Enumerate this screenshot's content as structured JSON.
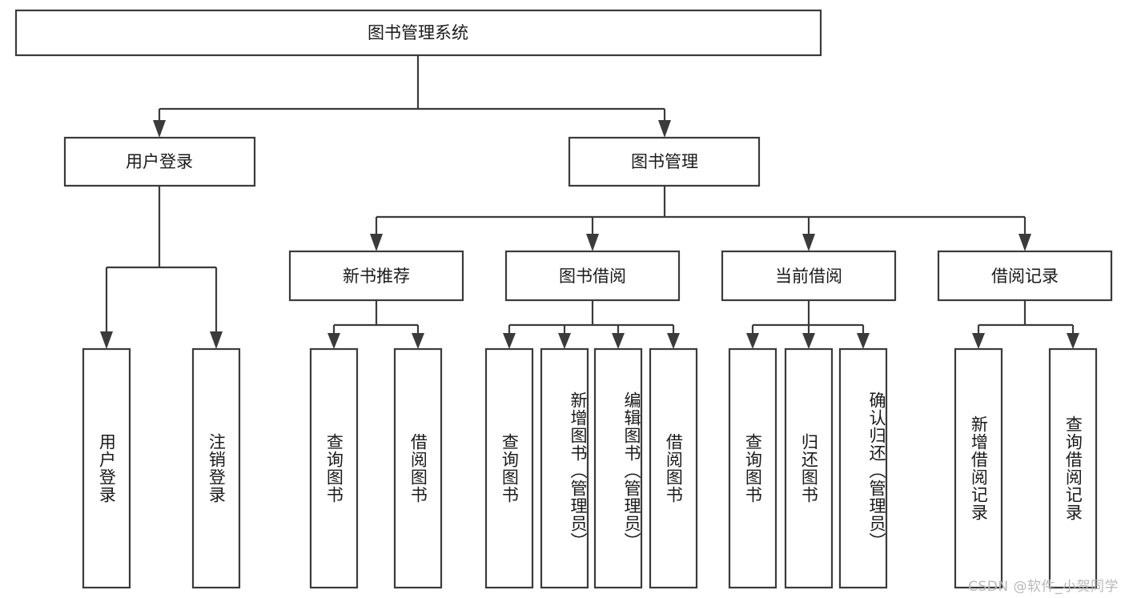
{
  "diagram": {
    "title": "图书管理系统",
    "type": "hierarchy-tree",
    "watermark": "CSDN @软件_小贺同学",
    "colors": {
      "stroke": "#3b3b3b",
      "fill": "#ffffff",
      "text": "#1a1a1a",
      "watermark": "#b8b8b8"
    },
    "levels": {
      "root": {
        "label": "图书管理系统"
      },
      "level2": [
        {
          "id": "user-login",
          "label": "用户登录"
        },
        {
          "id": "book-manage",
          "label": "图书管理"
        }
      ],
      "level3": [
        {
          "id": "new-book-rec",
          "label": "新书推荐",
          "parent": "book-manage"
        },
        {
          "id": "book-borrow",
          "label": "图书借阅",
          "parent": "book-manage"
        },
        {
          "id": "current-borrow",
          "label": "当前借阅",
          "parent": "book-manage"
        },
        {
          "id": "borrow-record",
          "label": "借阅记录",
          "parent": "book-manage"
        }
      ],
      "leaves": [
        {
          "id": "leaf-user-login",
          "label": "用户登录",
          "parent": "user-login"
        },
        {
          "id": "leaf-logout",
          "label": "注销登录",
          "parent": "user-login"
        },
        {
          "id": "leaf-query-book-1",
          "label": "查询图书",
          "parent": "new-book-rec"
        },
        {
          "id": "leaf-borrow-book-1",
          "label": "借阅图书",
          "parent": "new-book-rec"
        },
        {
          "id": "leaf-query-book-2",
          "label": "查询图书",
          "parent": "book-borrow"
        },
        {
          "id": "leaf-add-book",
          "label": "新增图书（管理员）",
          "parent": "book-borrow"
        },
        {
          "id": "leaf-edit-book",
          "label": "编辑图书（管理员）",
          "parent": "book-borrow"
        },
        {
          "id": "leaf-borrow-book-2",
          "label": "借阅图书",
          "parent": "book-borrow"
        },
        {
          "id": "leaf-query-book-3",
          "label": "查询图书",
          "parent": "current-borrow"
        },
        {
          "id": "leaf-return-book",
          "label": "归还图书",
          "parent": "current-borrow"
        },
        {
          "id": "leaf-confirm-return",
          "label": "确认归还（管理员）",
          "parent": "current-borrow"
        },
        {
          "id": "leaf-add-record",
          "label": "新增借阅记录",
          "parent": "borrow-record"
        },
        {
          "id": "leaf-query-record",
          "label": "查询借阅记录",
          "parent": "borrow-record"
        }
      ]
    }
  }
}
